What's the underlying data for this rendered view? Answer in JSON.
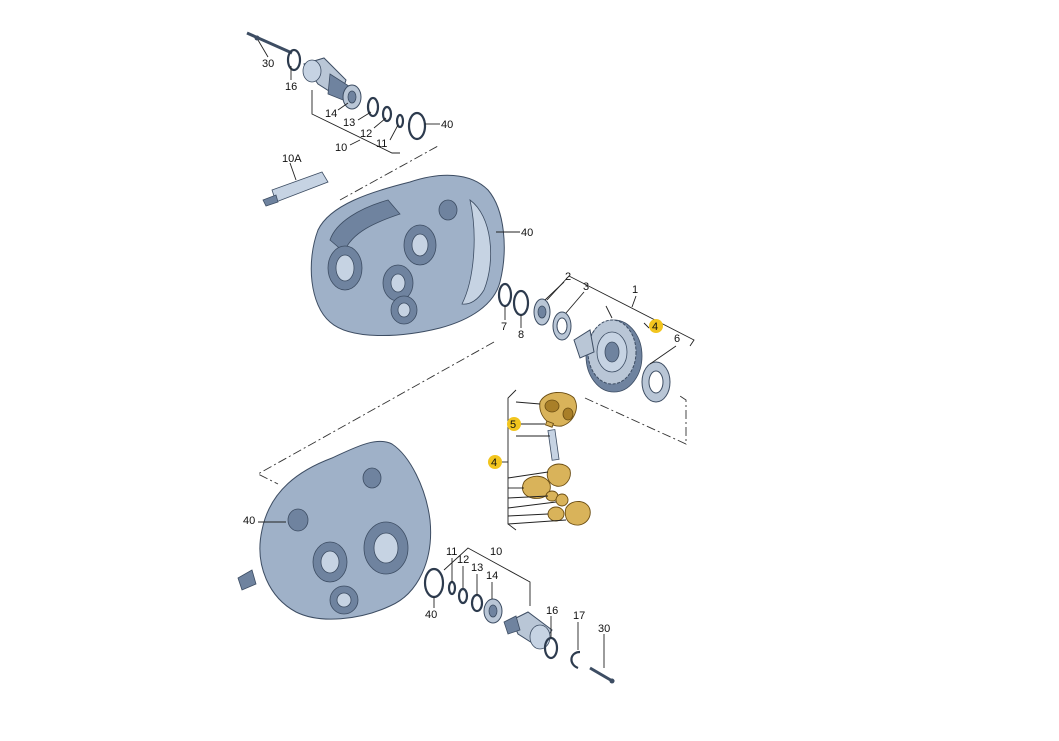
{
  "callouts": {
    "top_30": "30",
    "top_16": "16",
    "top_14": "14",
    "top_13": "13",
    "top_12": "12",
    "top_11": "11",
    "top_10": "10",
    "top_40a": "40",
    "tube_10a": "10A",
    "case_40": "40",
    "c7": "7",
    "c8": "8",
    "c2": "2",
    "c3": "3",
    "c1": "1",
    "c4": "4",
    "c6": "6",
    "d5": "5",
    "d4": "4",
    "bot_40case": "40",
    "bot_11": "11",
    "bot_12": "12",
    "bot_13": "13",
    "bot_14": "14",
    "bot_10": "10",
    "bot_40ring": "40",
    "bot_16": "16",
    "bot_17": "17",
    "bot_30": "30"
  },
  "colors": {
    "highlight_badge": "#f2c51e",
    "casing": "#9fb1c8",
    "differential_gold": "#d9b35a"
  }
}
